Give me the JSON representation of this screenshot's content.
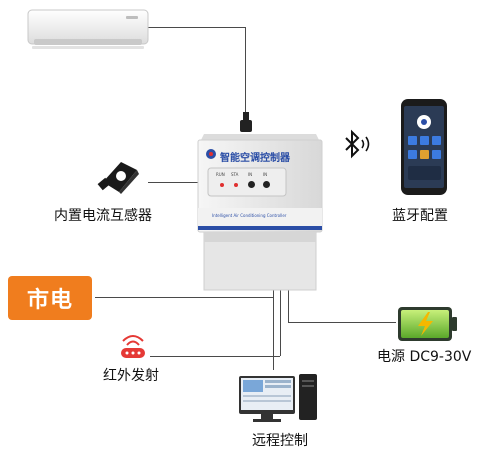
{
  "labels": {
    "current_sensor": "内置电流互感器",
    "mains": "市电",
    "ir_emitter": "红外发射",
    "bluetooth": "蓝牙配置",
    "power": "电源 DC9-30V",
    "remote": "远程控制"
  },
  "device": {
    "title": "智能空调控制器",
    "leds": [
      "RUN",
      "STA",
      "IN",
      "IN"
    ],
    "subtitle": "Intelligent Air Conditioning Controller"
  },
  "colors": {
    "mains_badge": "#f07d1e",
    "device_blue": "#2b4ea6",
    "battery_green": "#8fd13f",
    "lines": "#4a4a4a"
  },
  "icons": [
    "air-conditioner",
    "current-transformer",
    "bluetooth",
    "smartphone",
    "ir-emitter",
    "battery",
    "computer"
  ]
}
